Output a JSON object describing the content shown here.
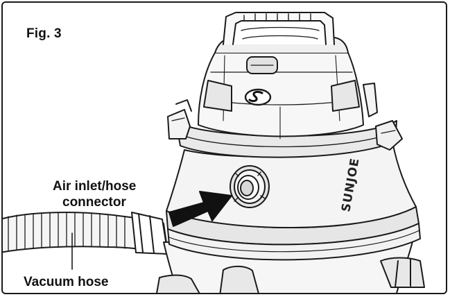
{
  "figure": {
    "label": "Fig. 3",
    "brand_text": "SUNJOE",
    "callouts": {
      "air_inlet_line1": "Air inlet/hose",
      "air_inlet_line2": "connector",
      "vacuum_hose": "Vacuum hose"
    }
  },
  "icons": {
    "arrow": "arrow-icon",
    "logo": "brand-s-logo-icon"
  },
  "colors": {
    "line": "#1a1a1a",
    "body_fill": "#f4f4f4",
    "shade": "#d9d9d9",
    "arrow": "#111111"
  }
}
